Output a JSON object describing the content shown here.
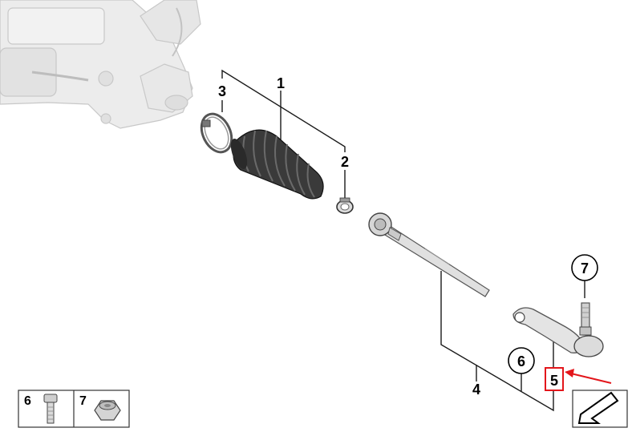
{
  "callouts": {
    "boot": "1",
    "clamp_small": "2",
    "clamp_large": "3",
    "tie_rod_assembly": "4",
    "tie_rod_end": "5",
    "bolt": "6",
    "nut": "7"
  },
  "legend": {
    "bolt_label": "6",
    "nut_label": "7"
  },
  "colors": {
    "highlight": "#e3161b",
    "line": "#1a1a1a",
    "ghost_part": "#d9d9d9",
    "boot": "#3a3a3a"
  },
  "icons": [
    "direction-arrow-icon",
    "bolt-icon",
    "nut-icon"
  ]
}
